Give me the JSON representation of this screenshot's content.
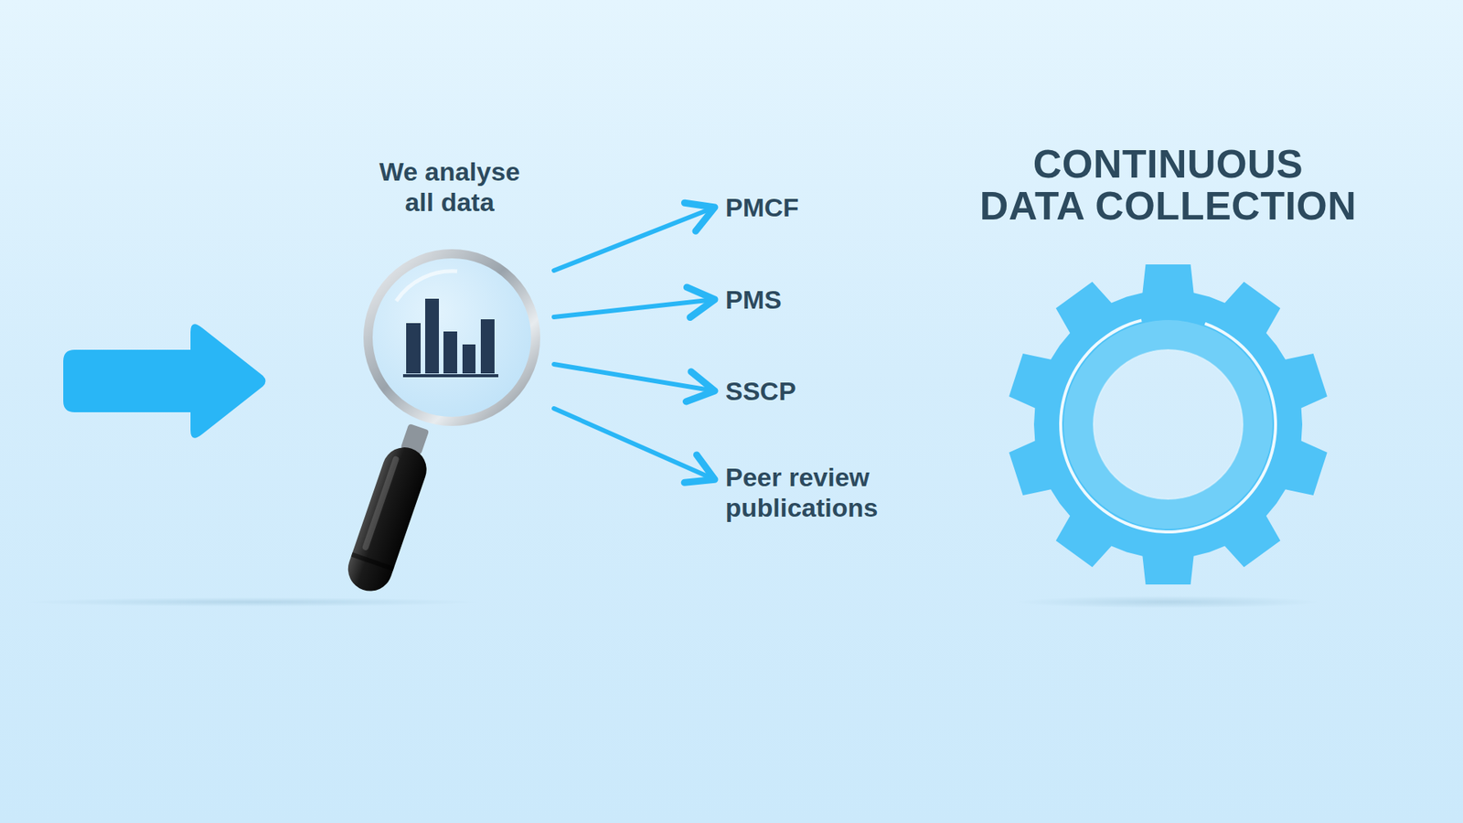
{
  "diagram": {
    "nodes": [
      {
        "text": [
          "We analyse all data"
        ]
      },
      {
        "text": [
          "PMCF"
        ]
      },
      {
        "text": [
          "PMS"
        ]
      },
      {
        "text": [
          "SSCP"
        ]
      },
      {
        "text": [
          "Peer review publications"
        ]
      },
      {
        "text": [
          "CONTINUOUS DATA COLLECTION"
        ]
      }
    ],
    "edges": [
      {
        "from": 0,
        "to": 1,
        "arrow": "to"
      },
      {
        "from": 0,
        "to": 2,
        "arrow": "to"
      },
      {
        "from": 0,
        "to": 3,
        "arrow": "to"
      },
      {
        "from": 0,
        "to": 4,
        "arrow": "to"
      }
    ]
  }
}
